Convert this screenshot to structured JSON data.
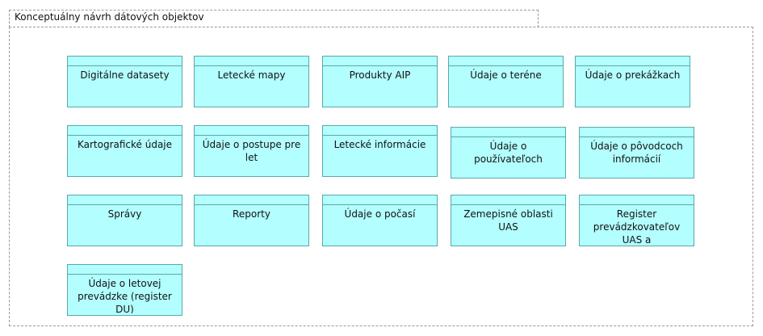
{
  "diagram": {
    "group_title": "Konceptuálny návrh dátových objektov",
    "objects": [
      "Digitálne datasety",
      "Letecké mapy",
      "Produkty AIP",
      "Údaje o teréne",
      "Údaje o prekážkach",
      "Kartografické údaje",
      "Údaje o postupe pre let",
      "Letecké informácie",
      "Údaje o používateľoch",
      "Údaje o pôvodcoch informácií",
      "Správy",
      "Reporty",
      "Údaje o počasí",
      "Zemepisné oblasti UAS",
      "Register prevádzkovateľov UAS a",
      "Údaje o letovej prevádzke (register DU)"
    ]
  },
  "colors": {
    "object_fill": "#b3ffff",
    "object_border": "#5aa8a8",
    "group_border": "#9a9a9a"
  }
}
